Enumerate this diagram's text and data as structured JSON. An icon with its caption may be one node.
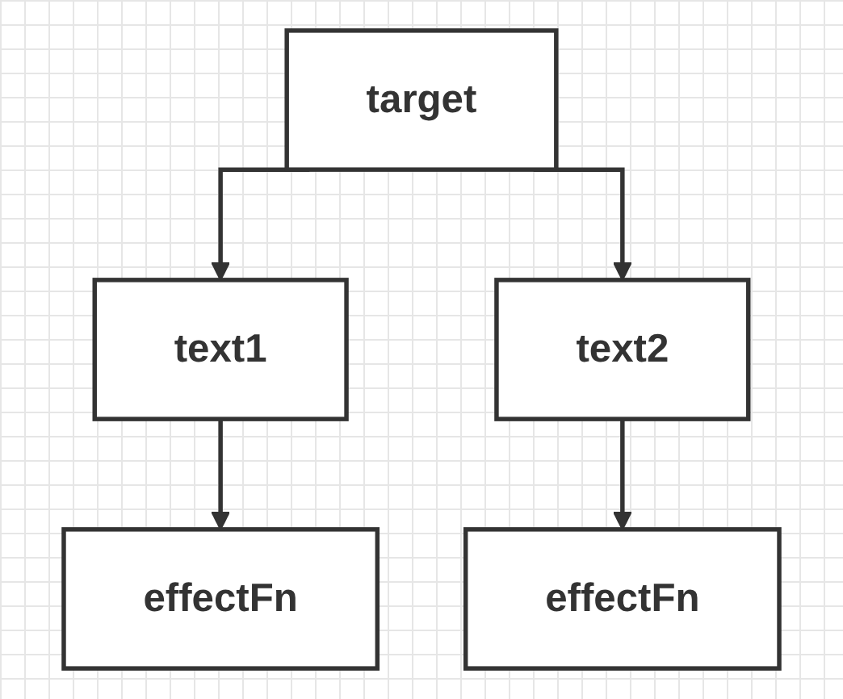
{
  "diagram": {
    "nodes": [
      {
        "text": [
          "target"
        ]
      },
      {
        "text": [
          "text1"
        ]
      },
      {
        "text": [
          "effectFn"
        ]
      },
      {
        "text": [
          "text2"
        ]
      },
      {
        "text": [
          "effectFn"
        ]
      }
    ],
    "edges": [
      {
        "from": 0,
        "to": 1,
        "arrow": "to"
      },
      {
        "from": 1,
        "to": 2,
        "arrow": "to"
      },
      {
        "from": 0,
        "to": 3,
        "arrow": "to"
      },
      {
        "from": 3,
        "to": 4,
        "arrow": "to"
      }
    ]
  }
}
